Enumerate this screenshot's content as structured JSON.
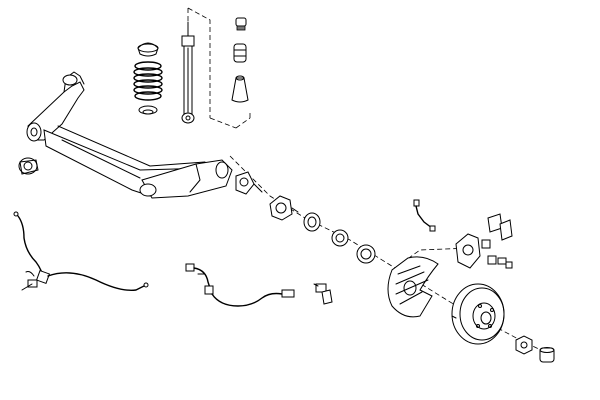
{
  "diagram": {
    "parts": [
      {
        "name": "rear-axle-beam"
      },
      {
        "name": "coil-spring"
      },
      {
        "name": "spring-seat-top"
      },
      {
        "name": "spring-seat-bottom"
      },
      {
        "name": "shock-absorber"
      },
      {
        "name": "shock-top-mount"
      },
      {
        "name": "bump-stop"
      },
      {
        "name": "dust-cover"
      },
      {
        "name": "axle-bushing"
      },
      {
        "name": "wheel-bearing-flange"
      },
      {
        "name": "wheel-hub"
      },
      {
        "name": "bearing-ring"
      },
      {
        "name": "wheel-bearing"
      },
      {
        "name": "brake-hose"
      },
      {
        "name": "brake-caliper"
      },
      {
        "name": "brake-pads"
      },
      {
        "name": "splash-shield"
      },
      {
        "name": "brake-disc"
      },
      {
        "name": "abs-sensor-cable-left"
      },
      {
        "name": "abs-sensor-cable-center"
      },
      {
        "name": "abs-sensor"
      },
      {
        "name": "hub-nut"
      },
      {
        "name": "dust-cap"
      }
    ]
  }
}
